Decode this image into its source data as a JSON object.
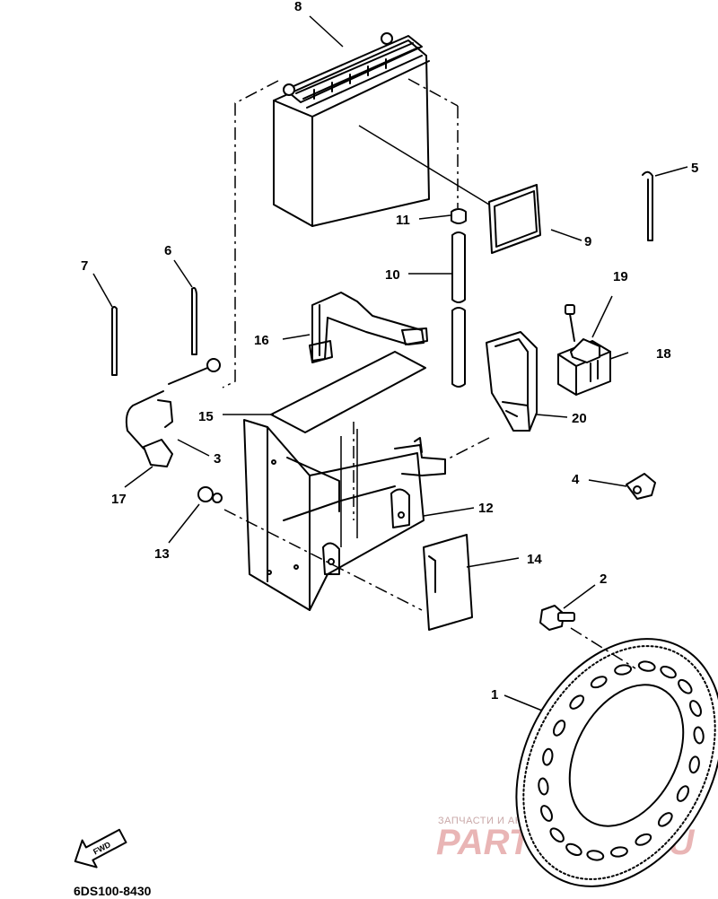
{
  "callouts": [
    "1",
    "2",
    "3",
    "4",
    "5",
    "6",
    "7",
    "8",
    "9",
    "10",
    "11",
    "12",
    "13",
    "14",
    "15",
    "16",
    "17",
    "18",
    "19",
    "20"
  ],
  "drawing_code": "6DS100-8430",
  "fwd_label": "FWD",
  "watermark": {
    "line1": "ЗАПЧАСТИ И АКСЕССУАРЫ ДЛЯ ВЕЛОТЕХНИКИ",
    "line2": "PARTSBOX.RU"
  }
}
